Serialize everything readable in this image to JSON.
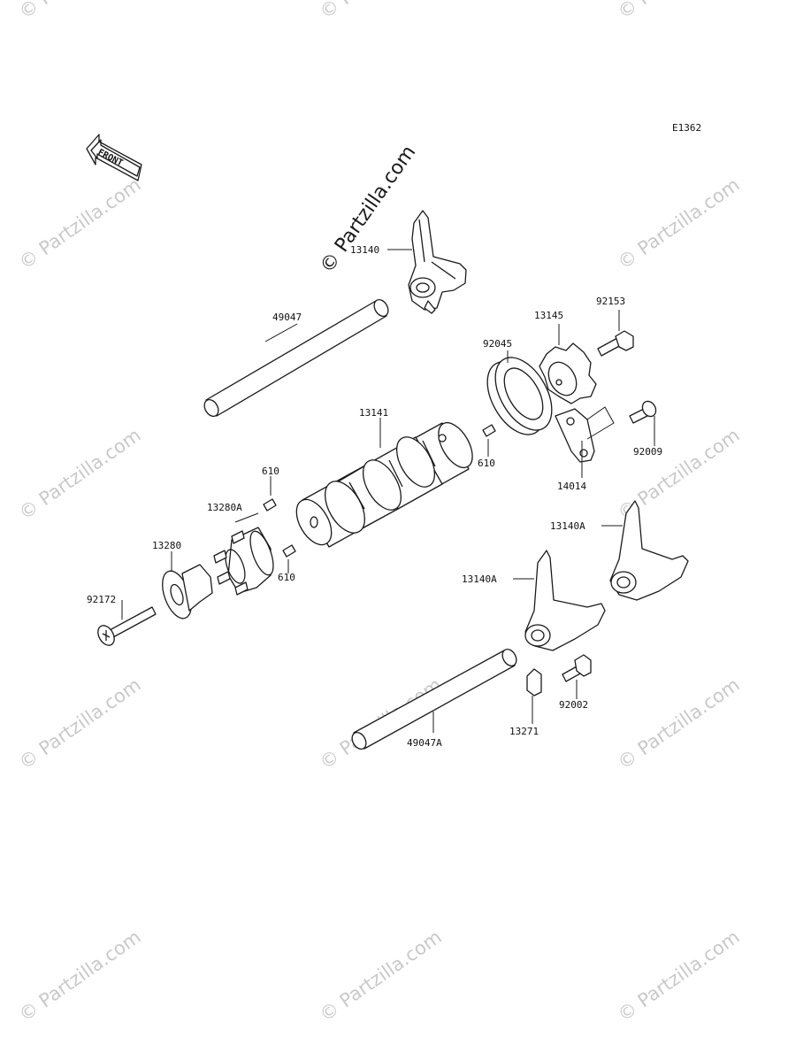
{
  "diagram_code": "E1362",
  "front_label": "FRONT",
  "watermark_text": "© Partzilla.com",
  "parts": {
    "p13140": "13140",
    "p49047": "49047",
    "p13145": "13145",
    "p92153": "92153",
    "p92045": "92045",
    "p13141": "13141",
    "p610_top": "610",
    "p610_right": "610",
    "p610_bottom": "610",
    "p92009": "92009",
    "p14014": "14014",
    "p13280A": "13280A",
    "p13280": "13280",
    "p92172": "92172",
    "p13140A_right": "13140A",
    "p13140A_left": "13140A",
    "p92002": "92002",
    "p13271": "13271",
    "p49047A": "49047A"
  }
}
